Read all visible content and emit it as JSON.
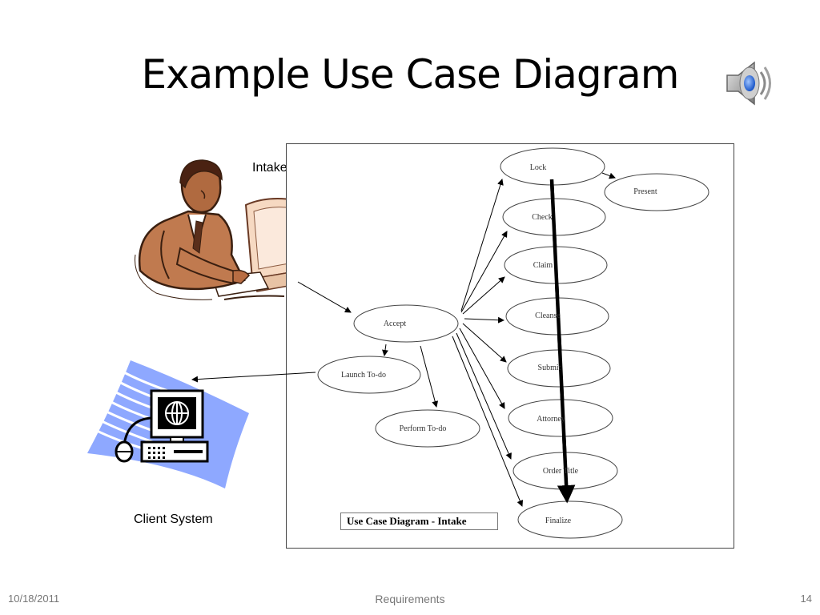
{
  "slide": {
    "title": "Example Use Case Diagram",
    "date": "10/18/2011",
    "footer_center": "Requirements",
    "page_number": "14"
  },
  "actors": {
    "intake_processor": "Intake Processor",
    "client_system": "Client System"
  },
  "diagram": {
    "caption": "Use Case Diagram - Intake",
    "use_cases": [
      "Lock",
      "Present",
      "Check",
      "Claim",
      "Cleanse",
      "Accept",
      "Launch To-do",
      "Submit",
      "Perform To-do",
      "Attorney",
      "Order Title",
      "Finalize"
    ]
  }
}
